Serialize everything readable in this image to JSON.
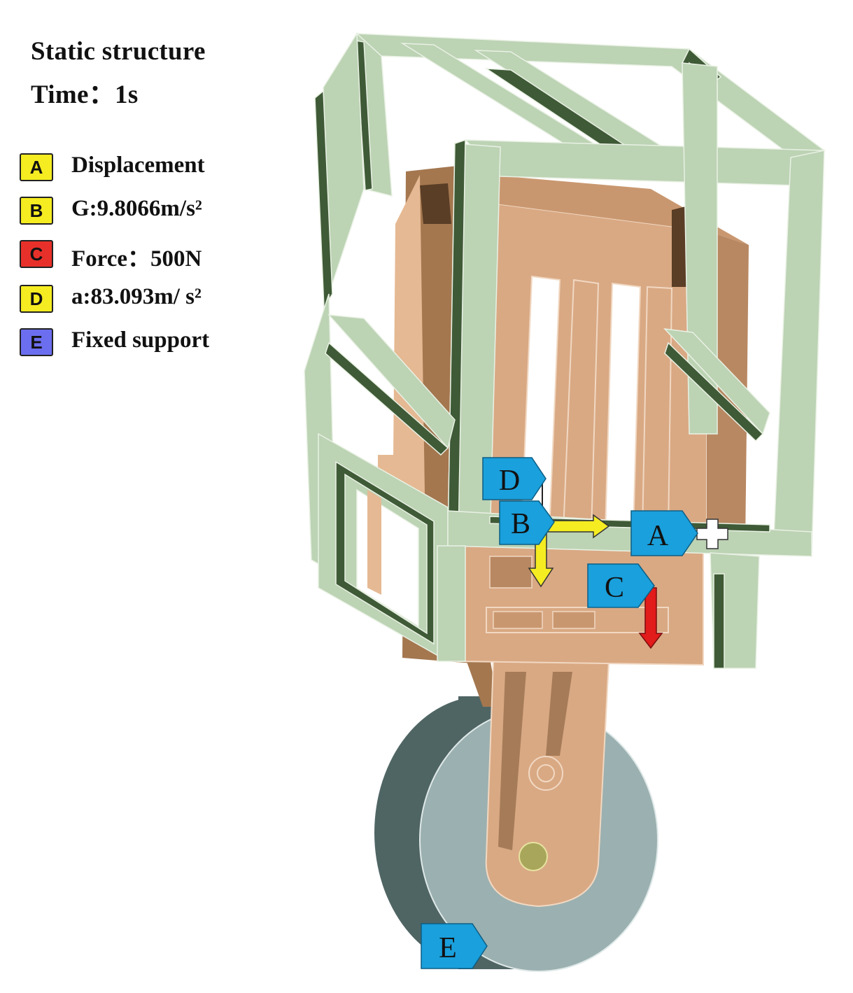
{
  "header": {
    "title": "Static structure",
    "time": "Time：1s"
  },
  "legend": [
    {
      "letter": "A",
      "label": "Displacement",
      "color": "#f5ec21"
    },
    {
      "letter": "B",
      "label": "G:9.8066m/s²",
      "color": "#f5ec21"
    },
    {
      "letter": "C",
      "label": "Force：500N",
      "color": "#e8302a"
    },
    {
      "letter": "D",
      "label": "a:83.093m/ s²",
      "color": "#f5ec21"
    },
    {
      "letter": "E",
      "label": "Fixed support",
      "color": "#6c6ef0"
    }
  ],
  "tags": {
    "A": "A",
    "B": "B",
    "C": "C",
    "D": "D",
    "E": "E"
  },
  "colors": {
    "frame": "#bcd3b4",
    "frame_shadow": "#3f5a36",
    "body": "#d9a984",
    "body_dark": "#a4774f",
    "wheel": "#9bb0b0",
    "wheel_dark": "#4f6564",
    "tag": "#1aa0dc",
    "arrow_yellow": "#f5ec21",
    "arrow_red": "#e21b1b"
  }
}
